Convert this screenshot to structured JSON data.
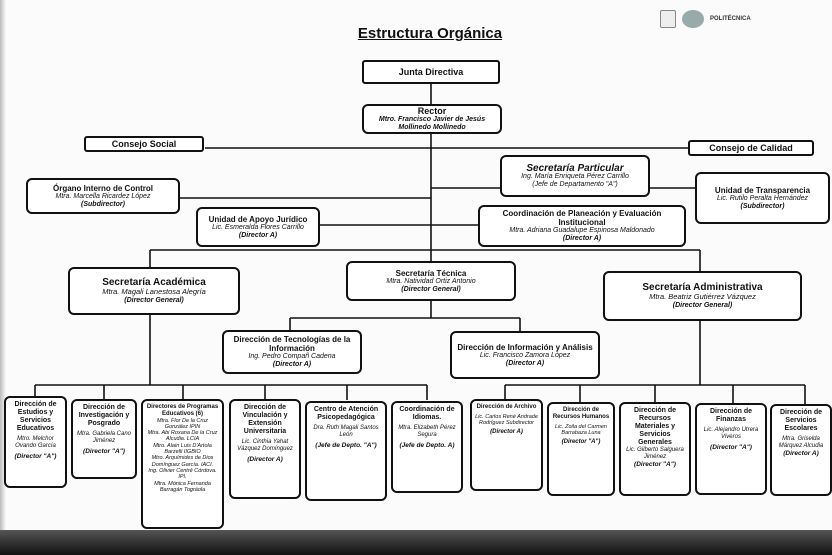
{
  "header": {
    "title": "Estructura Orgánica",
    "logo_text": "POLITÉCNICA"
  },
  "nodes": {
    "junta": {
      "title": "Junta Directiva"
    },
    "rector": {
      "title": "Rector",
      "name": "Mtro. Francisco Javier de Jesús Mollinedo Mollinedo"
    },
    "consejo_social": {
      "title": "Consejo Social"
    },
    "consejo_calidad": {
      "title": "Consejo de Calidad"
    },
    "secretaria_particular": {
      "title": "Secretaría Particular",
      "name": "Ing. María Enriqueta Pérez Carrillo",
      "role": "(Jefe de Departamento \"A\")"
    },
    "organo_interno": {
      "title": "Órgano Interno de Control",
      "name": "Mtra. Marcella Ricardez López",
      "role": "(Subdirector)"
    },
    "unidad_transparencia": {
      "title": "Unidad de Transparencia",
      "name": "Lic. Rutilo Peralta Hernández",
      "role": "(Subdirector)"
    },
    "apoyo_juridico": {
      "title": "Unidad de Apoyo Jurídico",
      "name": "Lic. Esmeralda Flores Carrillo",
      "role": "(Director A)"
    },
    "coordinacion_planeacion": {
      "title": "Coordinación de Planeación y Evaluación Institucional",
      "name": "Mtra. Adriana Guadalupe Espinosa Maldonado",
      "role": "(Director A)"
    },
    "secretaria_academica": {
      "title": "Secretaría Académica",
      "name": "Mtra. Magali Lanestosa Alegría",
      "role": "(Director General)"
    },
    "secretaria_tecnica": {
      "title": "Secretaría Técnica",
      "name": "Mtra. Natividad Ortiz Antonio",
      "role": "(Director General)"
    },
    "secretaria_administrativa": {
      "title": "Secretaría Administrativa",
      "name": "Mtra. Beatriz Gutiérrez Vázquez",
      "role": "(Director General)"
    },
    "dir_tecnologias": {
      "title": "Dirección de Tecnologías de la Información",
      "name": "Ing. Pedro Compañ Cadena",
      "role": "(Director A)"
    },
    "dir_informacion": {
      "title": "Dirección de Información y Análisis",
      "name": "Lic. Francisco Zamora López",
      "role": "(Director A)"
    },
    "dir_estudios": {
      "title": "Dirección de Estudios y Servicios Educativos",
      "name": "Mtro. Melchor Ovando García",
      "role": "(Director \"A\")"
    },
    "dir_investigacion": {
      "title": "Dirección de Investigación y Posgrado",
      "name": "Mtra. Gabriela Cano Jiménez",
      "role": "(Director \"A\")"
    },
    "directores_programas": {
      "title": "Directores de Programas Educativos (6)",
      "names": [
        "Mtra. Flor De la Cruz González IPIN",
        "Mtra. Abi Roxana De la Cruz Alcudia. LCIA",
        "Mtro. Alain Luis D'Artola Barzelli IIGBIO",
        "Mtro. Arquímides de Dios Domínguez García. IACI.",
        "Ing. Olivier Centré Córdova. IPI.",
        "Mtra. Mónica Fernanda Barragán Tográola"
      ]
    },
    "dir_vinculacion": {
      "title": "Dirección de Vinculación y Extensión Universitaria",
      "name": "Lic. Cinthia Yahat Vázquez Domínguez",
      "role": "(Director A)"
    },
    "centro_atencion": {
      "title": "Centro de Atención Psicopedagógica",
      "name": "Dra. Ruth Magali Santos León",
      "role": "(Jefe de Depto. \"A\")"
    },
    "coord_idiomas": {
      "title": "Coordinación de Idiomas.",
      "name": "Mtra. Elizabeth Pérez Segura",
      "role": "(Jefe de Depto. A)"
    },
    "dir_archivo": {
      "title": "Dirección de Archivo",
      "name": "Lic. Carlos René Andrade Rodríguez Subdirector",
      "role": "(Director A)"
    },
    "dir_recursos_humanos": {
      "title": "Dirección de Recursos Humanos",
      "name": "Lic. Zoila del Carmen Barrabaza Luna",
      "role": "(Director \"A\")"
    },
    "dir_recursos_materiales": {
      "title": "Dirección de Recursos Materiales y Servicios Generales",
      "name": "Lic. Gilberto Salguera Jiménez",
      "role": "(Director \"A\")"
    },
    "dir_finanzas": {
      "title": "Dirección de Finanzas",
      "name": "Lic. Alejandro Utrera Viveros",
      "role": "(Director \"A\")"
    },
    "dir_servicios_escolares": {
      "title": "Dirección de Servicios Escolares",
      "name": "Mtra. Griselda Márquez Alcudia",
      "role": "(Director A)"
    }
  }
}
